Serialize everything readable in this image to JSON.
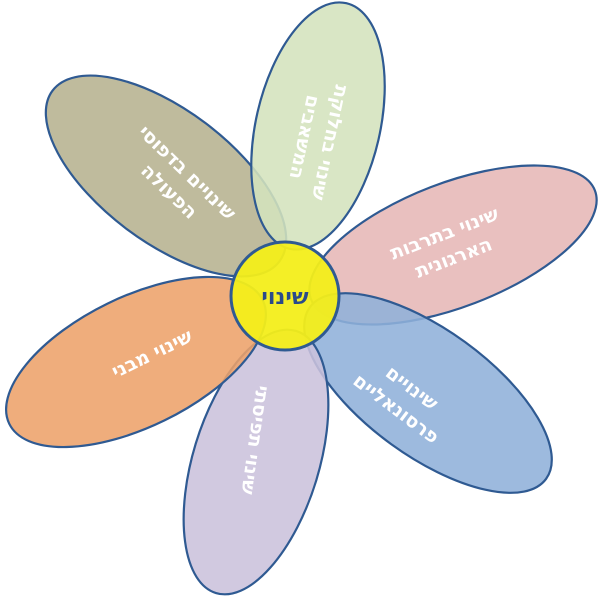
{
  "diagram": {
    "title": "שינוי",
    "center": {
      "label": "שינוי",
      "fill": "#f3ee1a",
      "stroke": "#2f5a92",
      "text_color": "#2a4a8a"
    },
    "petals": [
      {
        "id": "resources",
        "line1": "שינוי בחלוקת",
        "line2": "המשאבים",
        "fill": "#d4e2bd",
        "position": "top"
      },
      {
        "id": "culture",
        "line1": "שינוי בתרבות",
        "line2": "הארגונית",
        "fill": "#e6b7b6",
        "position": "right"
      },
      {
        "id": "personnel",
        "line1": "שינויים",
        "line2": "פרסונאליים",
        "fill": "#8fb0da",
        "position": "lower-right"
      },
      {
        "id": "perception",
        "line1": "שינוי תפיסתי",
        "line2": "",
        "fill": "#cbc1dc",
        "position": "bottom"
      },
      {
        "id": "structural",
        "line1": "שינוי מבני",
        "line2": "",
        "fill": "#eda26a",
        "position": "left"
      },
      {
        "id": "patterns",
        "line1": "שינויים בדפוסי",
        "line2": "הפעולה",
        "fill": "#b6b28f",
        "position": "upper-left"
      }
    ],
    "outline_color": "#2f5a92"
  }
}
